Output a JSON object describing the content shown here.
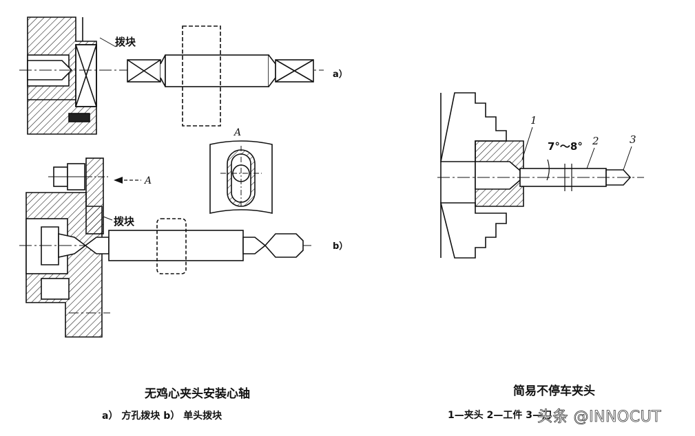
{
  "left_figure": {
    "label_block_top": "拨块",
    "label_a": "a）",
    "view_label": "A",
    "arrow_label": "A",
    "label_block_bottom": "拨块",
    "label_b": "b）",
    "caption_title": "无鸡心夹头安装心轴",
    "caption_sub": "a） 方孔拨块   b） 单头拨块"
  },
  "right_figure": {
    "label_1": "1",
    "label_2": "2",
    "label_3": "3",
    "angle": "7°～8°",
    "caption_title": "简易不停车夹头",
    "caption_sub": "1—夹头  2—工件  3—刀"
  },
  "watermark": "头条 @INNOCUT"
}
